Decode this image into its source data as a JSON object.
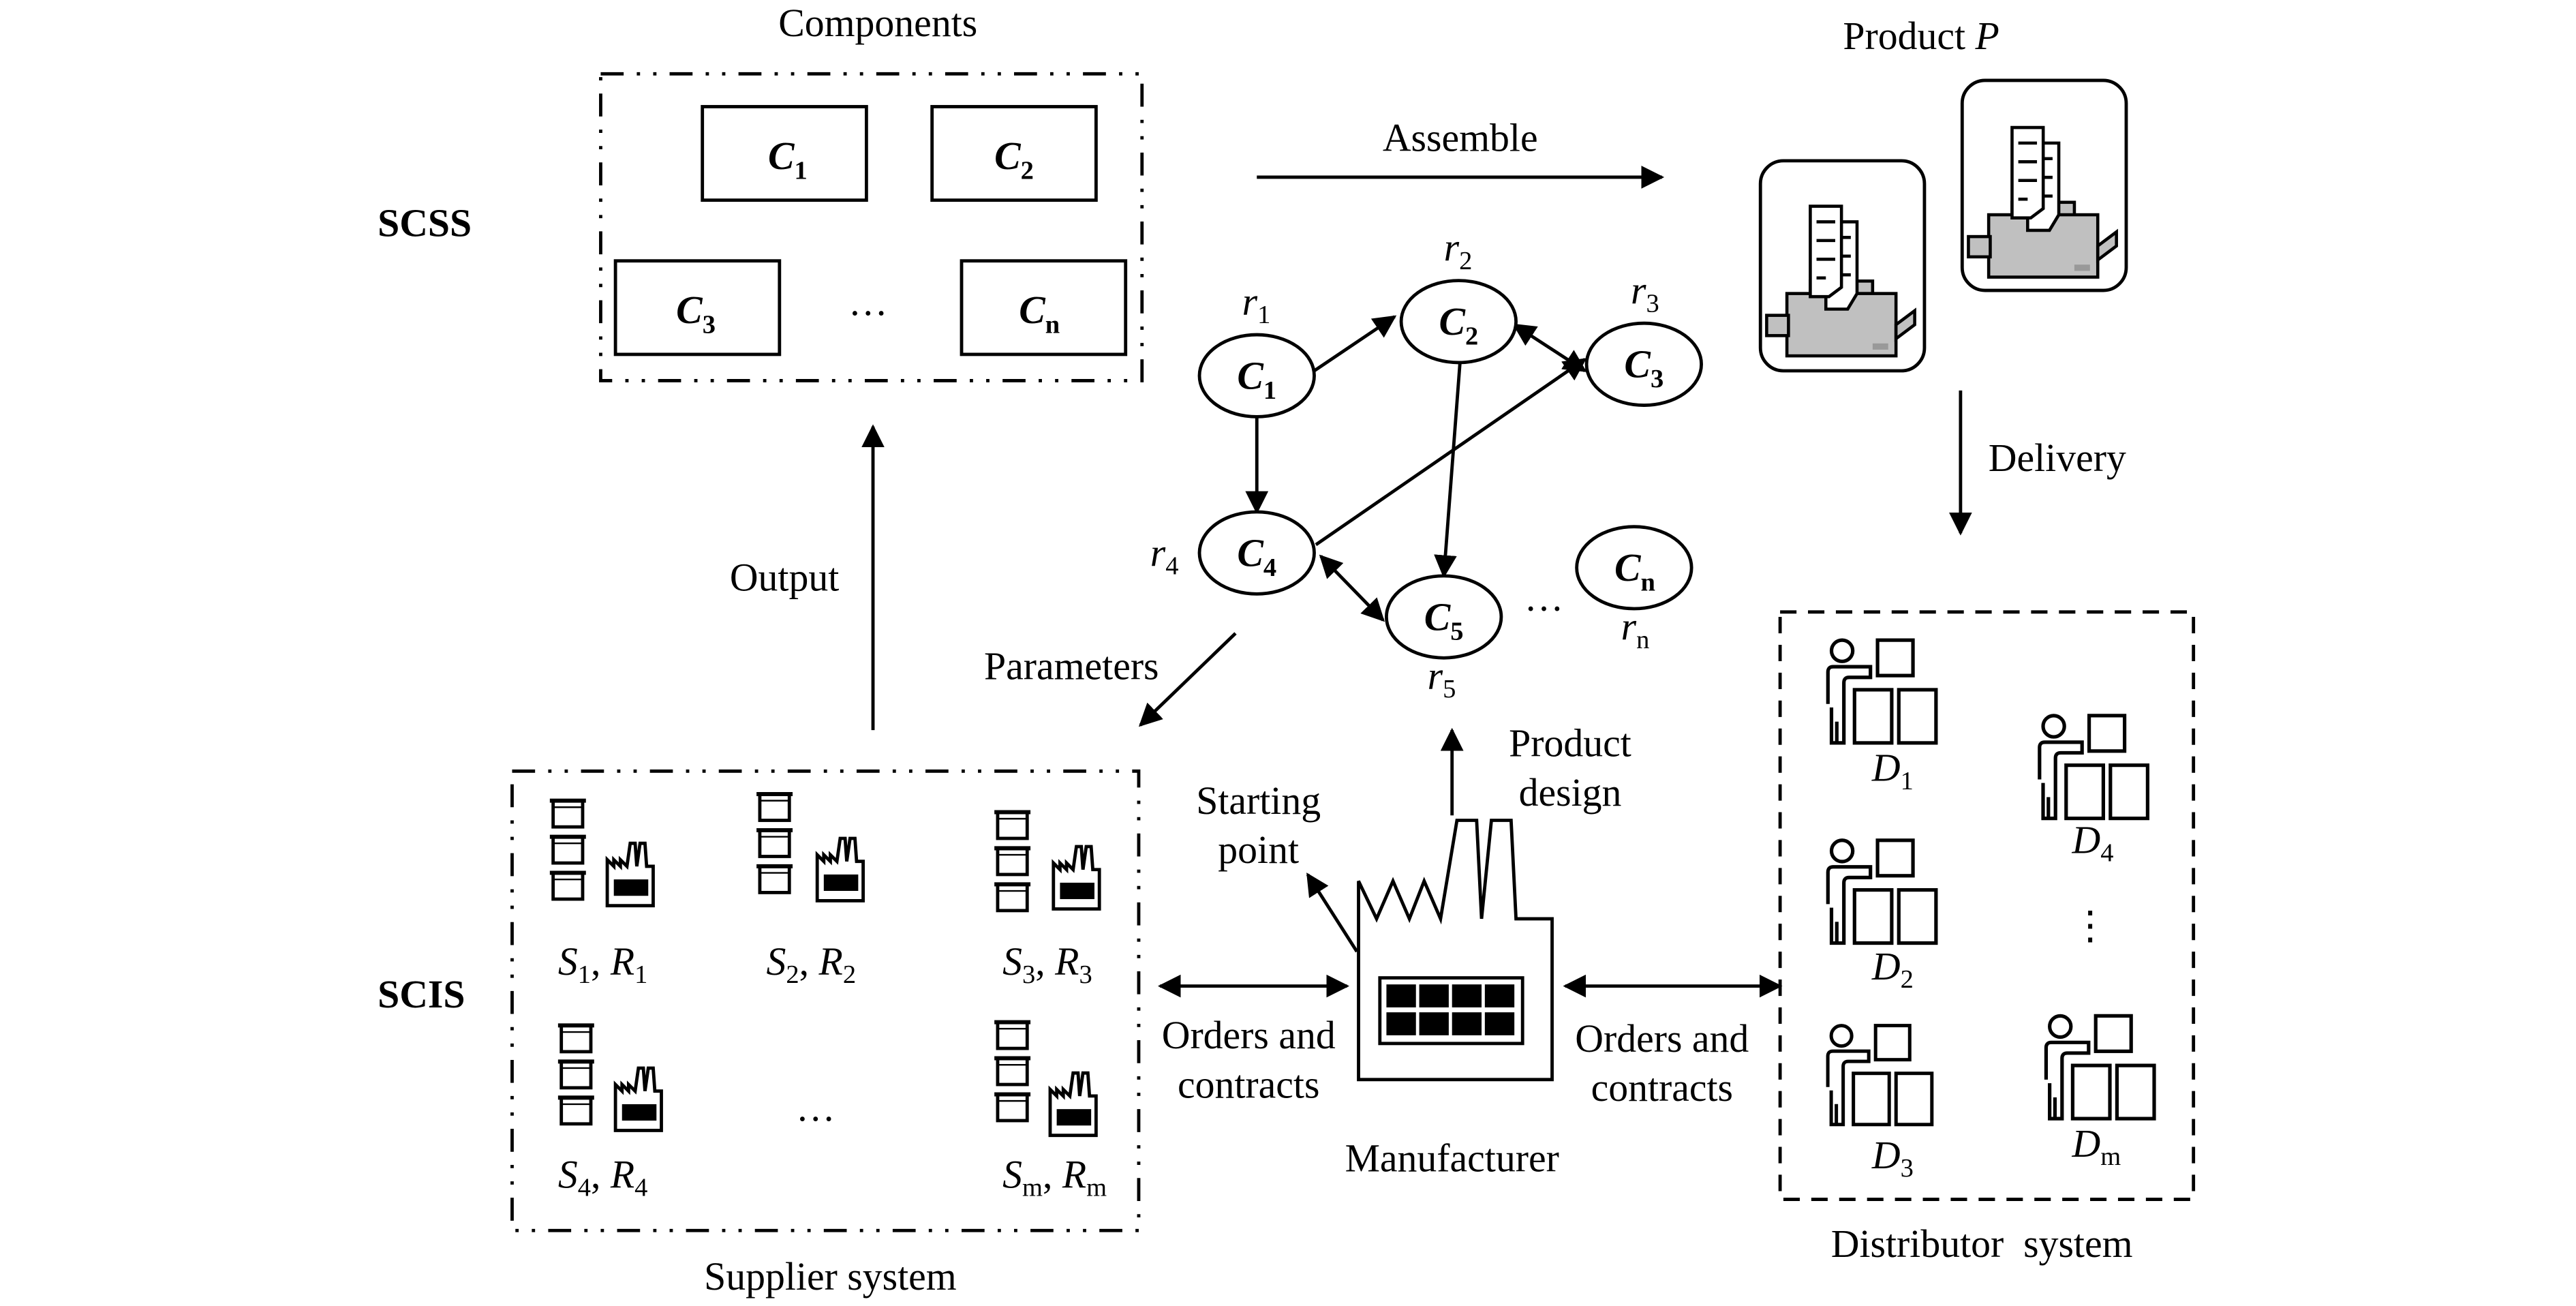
{
  "side_labels": {
    "scss": "SCSS",
    "scis": "SCIS"
  },
  "components": {
    "title": "Components",
    "boxes": [
      {
        "letter": "C",
        "sub": "1"
      },
      {
        "letter": "C",
        "sub": "2"
      },
      {
        "letter": "C",
        "sub": "3"
      },
      {
        "letter": "C",
        "sub": "n"
      }
    ],
    "ellipsis": "…"
  },
  "arrows": {
    "assemble": "Assemble",
    "delivery": "Delivery",
    "output": "Output",
    "parameters": "Parameters",
    "starting_point_line1": "Starting",
    "starting_point_line2": "point",
    "product_design_line1": "Product",
    "product_design_line2": "design",
    "orders_left_line1": "Orders and",
    "orders_left_line2": "contracts",
    "orders_right_line1": "Orders and",
    "orders_right_line2": "contracts"
  },
  "product": {
    "title_prefix": "Product ",
    "title_var": "P",
    "icon": "printer-icon"
  },
  "network": {
    "nodes": [
      {
        "id": "C1",
        "letter": "C",
        "sub": "1",
        "r_label": "r",
        "r_sub": "1"
      },
      {
        "id": "C2",
        "letter": "C",
        "sub": "2",
        "r_label": "r",
        "r_sub": "2"
      },
      {
        "id": "C3",
        "letter": "C",
        "sub": "3",
        "r_label": "r",
        "r_sub": "3"
      },
      {
        "id": "C4",
        "letter": "C",
        "sub": "4",
        "r_label": "r",
        "r_sub": "4"
      },
      {
        "id": "C5",
        "letter": "C",
        "sub": "5",
        "r_label": "r",
        "r_sub": "5"
      },
      {
        "id": "Cn",
        "letter": "C",
        "sub": "n",
        "r_label": "r",
        "r_sub": "n"
      }
    ],
    "edges": [
      {
        "from": "C1",
        "to": "C2",
        "type": "directed"
      },
      {
        "from": "C1",
        "to": "C4",
        "type": "directed"
      },
      {
        "from": "C2",
        "to": "C3",
        "type": "bidirectional"
      },
      {
        "from": "C2",
        "to": "C5",
        "type": "directed"
      },
      {
        "from": "C4",
        "to": "C3",
        "type": "directed"
      },
      {
        "from": "C4",
        "to": "C5",
        "type": "bidirectional"
      }
    ],
    "ellipsis": "…"
  },
  "supplier_system": {
    "title": "Supplier system",
    "suppliers": [
      {
        "s": "S",
        "s_sub": "1",
        "r": "R",
        "r_sub": "1"
      },
      {
        "s": "S",
        "s_sub": "2",
        "r": "R",
        "r_sub": "2"
      },
      {
        "s": "S",
        "s_sub": "3",
        "r": "R",
        "r_sub": "3"
      },
      {
        "s": "S",
        "s_sub": "4",
        "r": "R",
        "r_sub": "4"
      },
      {
        "s": "S",
        "s_sub": "m",
        "r": "R",
        "r_sub": "m"
      }
    ],
    "ellipsis": "…",
    "separator": ", "
  },
  "manufacturer": {
    "title": "Manufacturer",
    "icon": "factory-icon"
  },
  "distributor_system": {
    "title": "Distributor  system",
    "distributors": [
      {
        "d": "D",
        "d_sub": "1"
      },
      {
        "d": "D",
        "d_sub": "2"
      },
      {
        "d": "D",
        "d_sub": "3"
      },
      {
        "d": "D",
        "d_sub": "4"
      },
      {
        "d": "D",
        "d_sub": "m"
      }
    ],
    "ellipsis": "⋮"
  }
}
